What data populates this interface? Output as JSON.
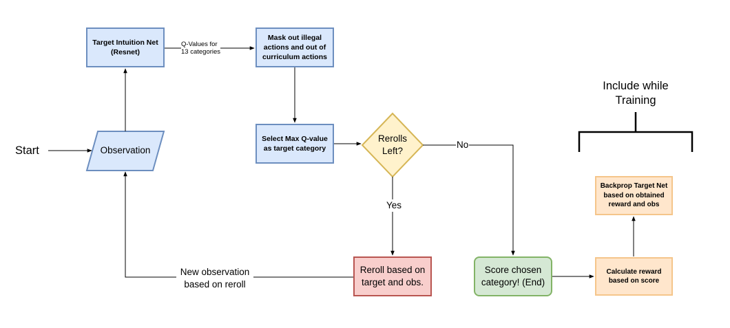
{
  "start_label": "Start",
  "nodes": {
    "target_net": "Target Intuition Net\n(Resnet)",
    "mask": "Mask out illegal\nactions and out of\ncurriculum actions",
    "observation": "Observation",
    "select_max": "Select Max Q-value\nas target category",
    "rerolls_left": "Rerolls\nLeft?",
    "reroll": "Reroll based on\ntarget and obs.",
    "score": "Score chosen\ncategory! (End)",
    "calc_reward": "Calculate reward\nbased on score",
    "backprop": "Backprop Target Net\nbased on obtained\nreward and obs"
  },
  "edge_labels": {
    "qvalues": "Q-Values for\n13 categories",
    "yes": "Yes",
    "no": "No",
    "new_observation": "New observation\nbased on reroll"
  },
  "training_label": "Include while\nTraining",
  "colors": {
    "blue_fill": "#dae8fc",
    "blue_stroke": "#6c8ebf",
    "yellow_fill": "#fff2cc",
    "yellow_stroke": "#d6b656",
    "red_fill": "#f8cecc",
    "red_stroke": "#b85450",
    "green_fill": "#d5e8d4",
    "green_stroke": "#82b366",
    "orange_fill": "#ffe6cc",
    "orange_stroke": "#f5c58a"
  }
}
